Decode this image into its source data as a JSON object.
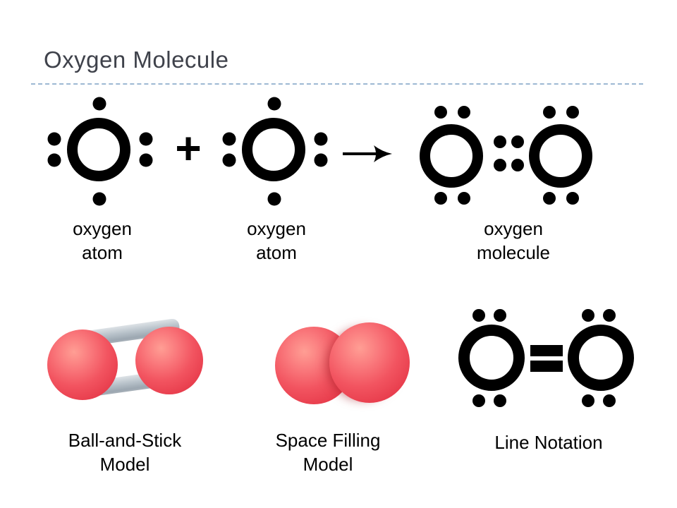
{
  "slide": {
    "title": "Oxygen Molecule"
  },
  "equation": {
    "plus": "+",
    "arrow_icon": "right-arrow",
    "items": [
      {
        "name": "oxygen-atom-1",
        "label": "oxygen\natom"
      },
      {
        "name": "oxygen-atom-2",
        "label": "oxygen\natom"
      },
      {
        "name": "oxygen-molecule",
        "label": "oxygen\nmolecule"
      }
    ]
  },
  "models": {
    "ball_and_stick": {
      "label": "Ball-and-Stick\nModel"
    },
    "space_filling": {
      "label": "Space Filling\nModel"
    },
    "line_notation": {
      "label": "Line Notation"
    }
  },
  "colors": {
    "title_text": "#3f424b",
    "divider_dashed": "#9db8d3",
    "diagram_ink": "#000000",
    "atom_sphere_red": "#f25460",
    "bond_rod_gray": "#b8c2ca"
  }
}
